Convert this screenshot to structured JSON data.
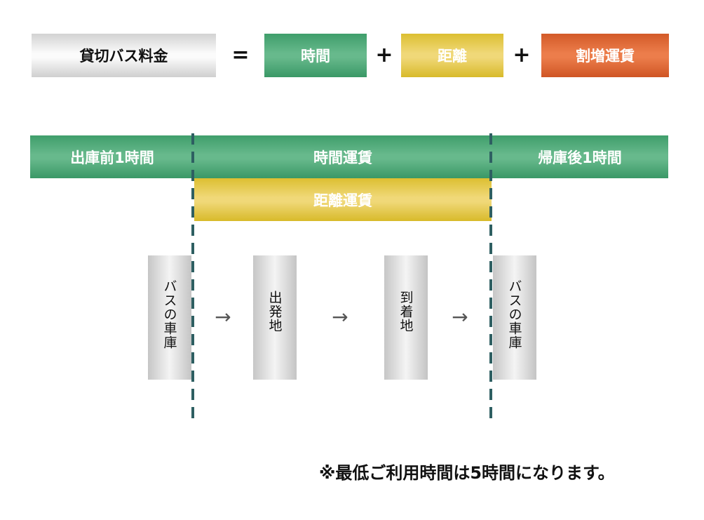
{
  "formula": {
    "total": "貸切バス料金",
    "equals": "=",
    "time": "時間",
    "plus1": "+",
    "distance": "距離",
    "plus2": "+",
    "surcharge": "割増運賃"
  },
  "timeline": {
    "before": "出庫前1時間",
    "time_fare": "時間運賃",
    "after": "帰庫後1時間",
    "distance_fare": "距離運賃"
  },
  "route": {
    "steps": [
      "バスの車庫",
      "出発地",
      "到着地",
      "バスの車庫"
    ],
    "arrow": "→"
  },
  "note": "※最低ご利用時間は5時間になります。",
  "colors": {
    "green": "#4fab79",
    "yellow": "#e6c84e",
    "orange": "#e06a36",
    "gray": "#e6e6e6",
    "dash": "#2e5f62"
  }
}
